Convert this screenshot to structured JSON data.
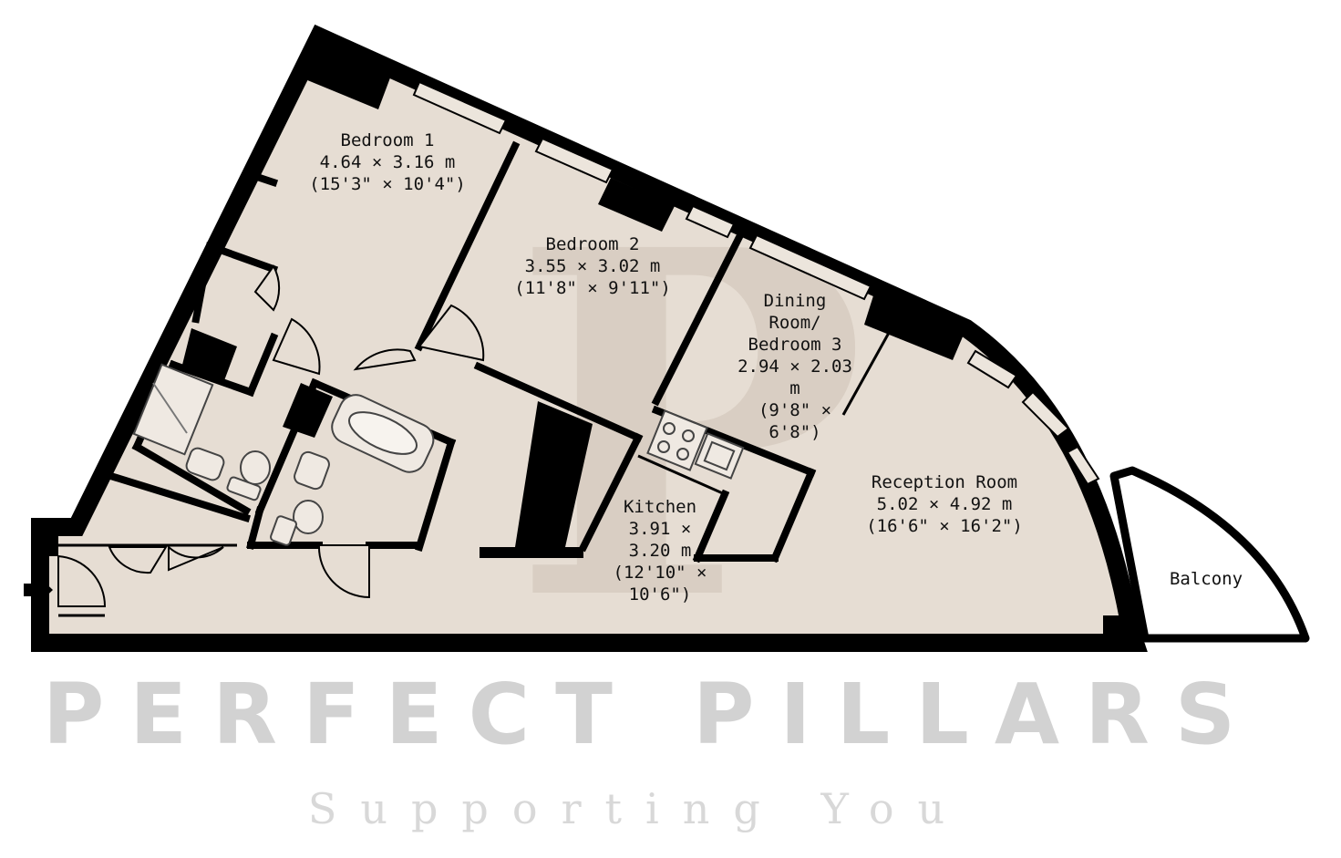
{
  "colors": {
    "floor": "#e6ddd3",
    "wall": "#000000",
    "balcony": "#ffffff",
    "watermark": "#d2d2d2",
    "monogram": "#cfc3b6",
    "window": "#ece5dc"
  },
  "rooms": {
    "bedroom1": {
      "name": "Bedroom 1",
      "metric": "4.64 × 3.16 m",
      "imperial": "(15'3\" × 10'4\")"
    },
    "bedroom2": {
      "name": "Bedroom 2",
      "metric": "3.55 × 3.02 m",
      "imperial": "(11'8\" × 9'11\")"
    },
    "dining": {
      "line1": "Dining",
      "line2": "Room/",
      "line3": "Bedroom 3",
      "line4": "2.94 × 2.03",
      "line5": "m",
      "line6": "(9'8\" ×",
      "line7": "6'8\")"
    },
    "kitchen": {
      "line1": "Kitchen",
      "line2": "3.91 ×",
      "line3": "3.20 m",
      "line4": "(12'10\" ×",
      "line5": "10'6\")"
    },
    "reception": {
      "name": "Reception Room",
      "metric": "5.02 × 4.92 m",
      "imperial": "(16'6\" × 16'2\")"
    },
    "balcony": {
      "name": "Balcony"
    }
  },
  "watermark": {
    "title": "PERFECT PILLARS",
    "subtitle": "Supporting You",
    "monogram": "P"
  },
  "icons": [
    "entrance-arrow-icon",
    "shower-icon",
    "bathtub-icon",
    "toilet-icon",
    "basin-icon",
    "hob-icon",
    "sink-icon",
    "door-swing-icon"
  ]
}
